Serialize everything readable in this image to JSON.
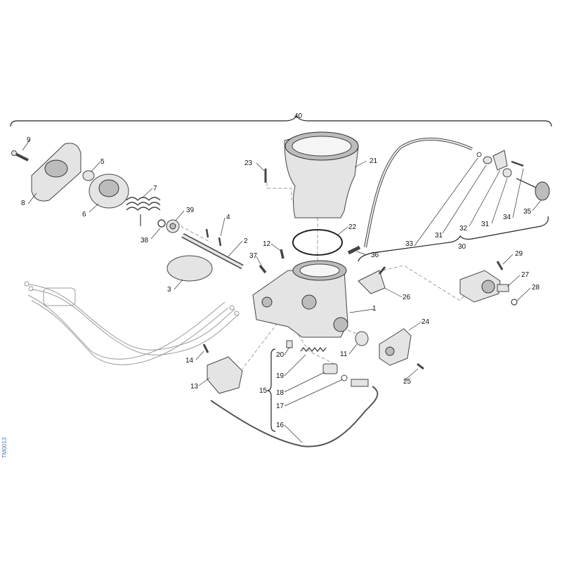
{
  "diagram": {
    "sheet_code": "TM0013",
    "callouts": {
      "c1": "1",
      "c2": "2",
      "c3": "3",
      "c4": "4",
      "c5": "5",
      "c6": "6",
      "c7": "7",
      "c8": "8",
      "c9": "9",
      "c11": "11",
      "c12": "12",
      "c13": "13",
      "c14": "14",
      "c15": "15",
      "c16": "16",
      "c17": "17",
      "c18": "18",
      "c19": "19",
      "c20": "20",
      "c21": "21",
      "c22": "22",
      "c23": "23",
      "c24": "24",
      "c25": "25",
      "c26": "26",
      "c27": "27",
      "c28": "28",
      "c29": "29",
      "c30": "30",
      "c31a": "31",
      "c31b": "31",
      "c32": "32",
      "c33": "33",
      "c34": "34",
      "c35": "35",
      "c36": "36",
      "c37": "37",
      "c38": "38",
      "c39": "39",
      "c40": "40"
    }
  }
}
